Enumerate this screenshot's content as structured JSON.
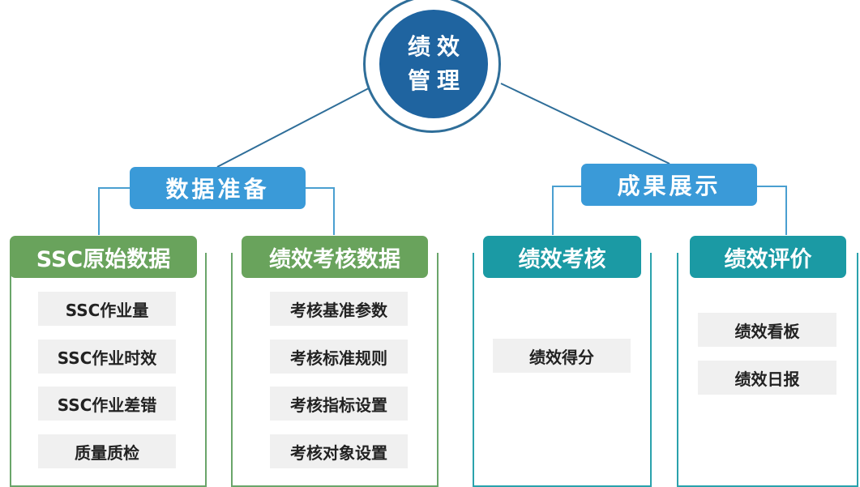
{
  "root": {
    "line1": "绩效",
    "line2": "管理"
  },
  "branches": [
    {
      "label": "数据准备",
      "groups": [
        {
          "title": "SSC原始数据",
          "items": [
            "SSC作业量",
            "SSC作业时效",
            "SSC作业差错",
            "质量质检"
          ]
        },
        {
          "title": "绩效考核数据",
          "items": [
            "考核基准参数",
            "考核标准规则",
            "考核指标设置",
            "考核对象设置"
          ]
        }
      ]
    },
    {
      "label": "成果展示",
      "groups": [
        {
          "title": "绩效考核",
          "items": [
            "绩效得分"
          ]
        },
        {
          "title": "绩效评价",
          "items": [
            "绩效看板",
            "绩效日报"
          ]
        }
      ]
    }
  ],
  "colors": {
    "root": "#1f64a0",
    "branch": "#3a9ad8",
    "data_group": "#69a35c",
    "result_group": "#1b9aa4",
    "item_bg": "#f0f0f0"
  }
}
